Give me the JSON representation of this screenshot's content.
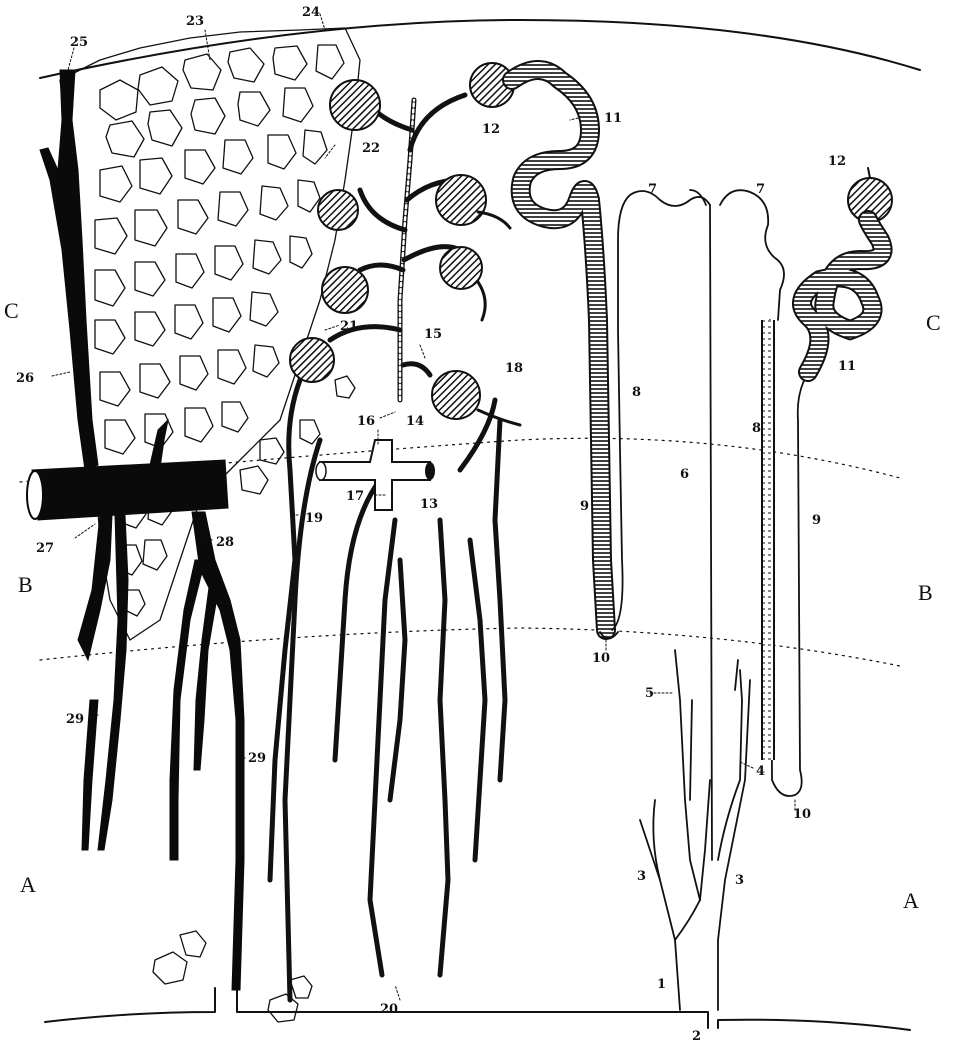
{
  "zone_labels": {
    "left_c": "C",
    "right_c": "C",
    "left_b": "B",
    "right_b": "B",
    "left_a": "A",
    "right_a": "A"
  },
  "callouts": {
    "n1": "1",
    "n2": "2",
    "n3a": "3",
    "n3b": "3",
    "n4": "4",
    "n5": "5",
    "n6": "6",
    "n7a": "7",
    "n7b": "7",
    "n8a": "8",
    "n8b": "8",
    "n9a": "9",
    "n9b": "9",
    "n10a": "10",
    "n10b": "10",
    "n11a": "11",
    "n11b": "11",
    "n12a": "12",
    "n12b": "12",
    "n13": "13",
    "n14": "14",
    "n15": "15",
    "n16": "16",
    "n17": "17",
    "n18": "18",
    "n19": "19",
    "n20": "20",
    "n21": "21",
    "n22": "22",
    "n23": "23",
    "n24": "24",
    "n25": "25",
    "n26": "26",
    "n27": "27",
    "n28": "28",
    "n29a": "29",
    "n29b": "29"
  },
  "colors": {
    "ink": "#111111",
    "paper": "#ffffff"
  }
}
